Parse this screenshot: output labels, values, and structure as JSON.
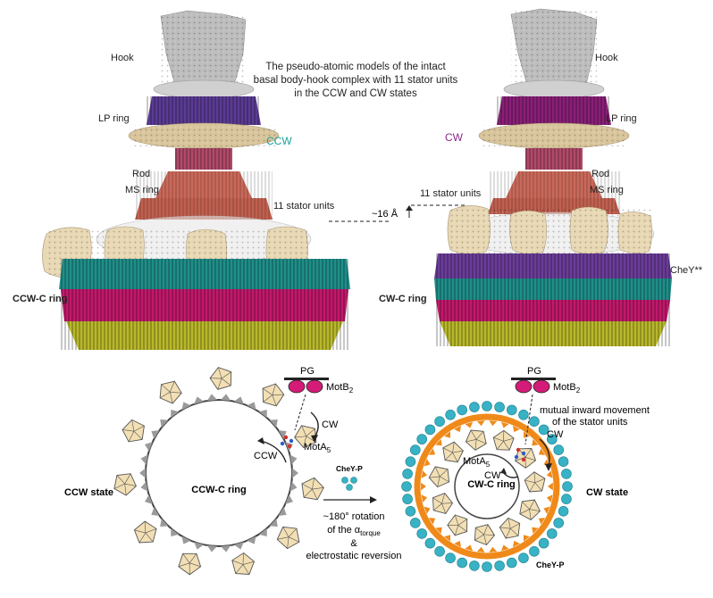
{
  "colors": {
    "hook": "#b9b9b9",
    "lp_ring_ccw": "#5b3b95",
    "lp_ring_cw": "#8a1f78",
    "l_ring_tan": "#d9c59c",
    "ms_ring": "#c9695a",
    "stator": "#e8d8b4",
    "c_ring_teal": "#1f8f8a",
    "c_ring_magenta": "#c2186b",
    "c_ring_yellow": "#b9b82a",
    "chey_purple": "#6b3c9a",
    "ccw_label": "#1aa39a",
    "cw_label": "#8a2a8a",
    "pentagon": "#f2dfb4",
    "orange_ring": "#ef8a1a",
    "teal_bead": "#38b2c4",
    "pg_magenta": "#d41b78",
    "gray_tooth": "#9a9a9a"
  },
  "top": {
    "title": "The pseudo-atomic models of the intact basal body-hook complex with 11 stator units in the CCW and CW states",
    "title_lines": [
      "The pseudo-atomic models of the intact",
      "basal body-hook complex with 11 stator units",
      "in the CCW and CW states"
    ],
    "left_labels": {
      "hook": "Hook",
      "lp_ring": "LP ring",
      "state": "CCW",
      "rod": "Rod",
      "ms_ring": "MS ring",
      "stator": "11 stator units",
      "c_ring": "CCW-C ring"
    },
    "right_labels": {
      "hook": "Hook",
      "lp_ring": "LP ring",
      "state": "CW",
      "rod": "Rod",
      "ms_ring": "MS ring",
      "stator": "11 stator units",
      "chey": "CheY**",
      "c_ring": "CW-C ring"
    },
    "shift": "~16 Å"
  },
  "bottom": {
    "left": {
      "pg": "PG",
      "motb": "MotB",
      "motb_sub": "2",
      "cw_arrow": "CW",
      "mota": "MotA",
      "mota_sub": "5",
      "ccw_arrow": "CCW",
      "ring": "CCW-C ring",
      "state": "CCW state"
    },
    "middle": {
      "chey_p": "CheY-P",
      "rotation_line1": "~180° rotation",
      "rotation_line2_pre": "of the α",
      "rotation_line2_sub": "torque",
      "amp": "&",
      "reversal": "electrostatic reversion"
    },
    "right": {
      "pg": "PG",
      "motb": "MotB",
      "motb_sub": "2",
      "movement_line1": "mutual inward movement",
      "movement_line2": "of the stator units",
      "cw_arrow_outer": "CW",
      "mota": "MotA",
      "mota_sub": "5",
      "cw_arrow_inner": "CW",
      "ring": "CW-C ring",
      "state": "CW state",
      "chey_p": "CheY-P"
    }
  }
}
